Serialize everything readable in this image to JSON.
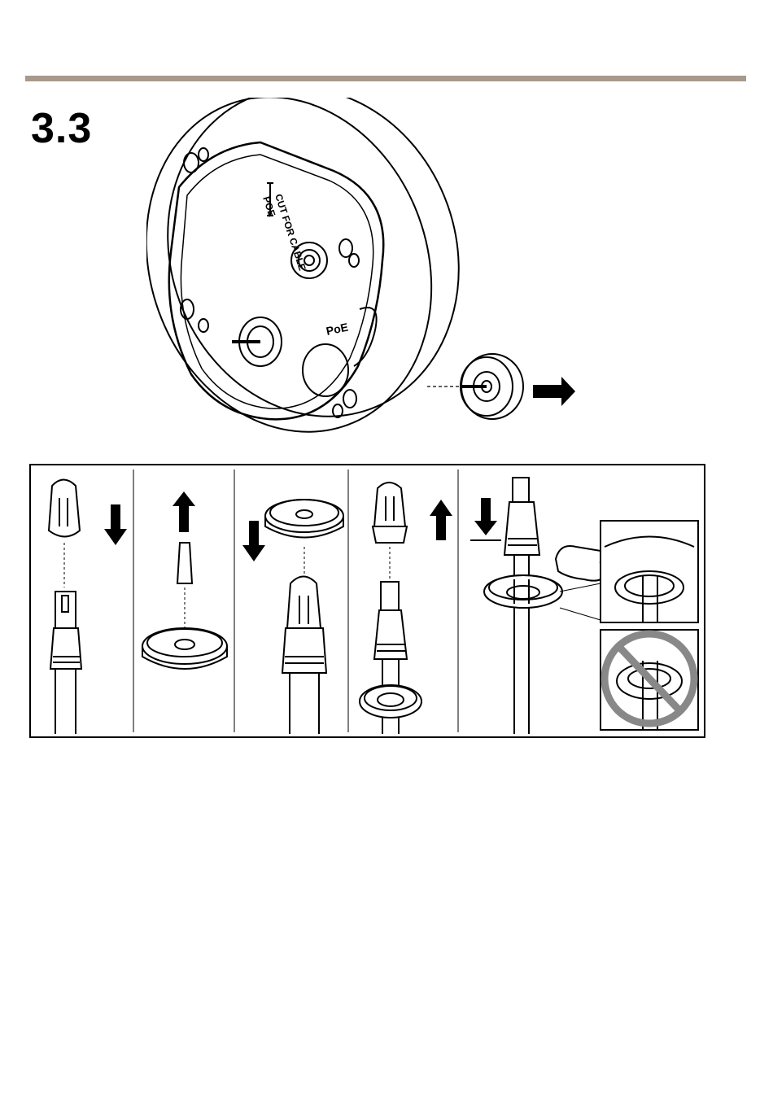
{
  "page": {
    "step_number": "3.3",
    "rule_color": "#a8998c"
  },
  "main_illustration": {
    "box_label_1": "CUT FOR CABLE",
    "box_label_2": "POE",
    "port_label": "PoE",
    "direction_icon": "arrow-right-icon"
  },
  "steps": [
    {
      "id": 1,
      "icon": "arrow-down-icon",
      "parts": [
        "cable-cover",
        "rj45-connector"
      ]
    },
    {
      "id": 2,
      "icon": "arrow-up-icon",
      "parts": [
        "plug",
        "grommet"
      ]
    },
    {
      "id": 3,
      "icon": "arrow-down-icon",
      "parts": [
        "grommet",
        "cable-cover"
      ]
    },
    {
      "id": 4,
      "icon": "arrow-up-icon",
      "parts": [
        "cable-cover",
        "rj45-connector",
        "grommet"
      ]
    },
    {
      "id": 5,
      "icon": "arrow-down-icon",
      "parts": [
        "rj45-connector",
        "grommet",
        "hand",
        "correct-detail",
        "prohibited-detail"
      ]
    }
  ]
}
